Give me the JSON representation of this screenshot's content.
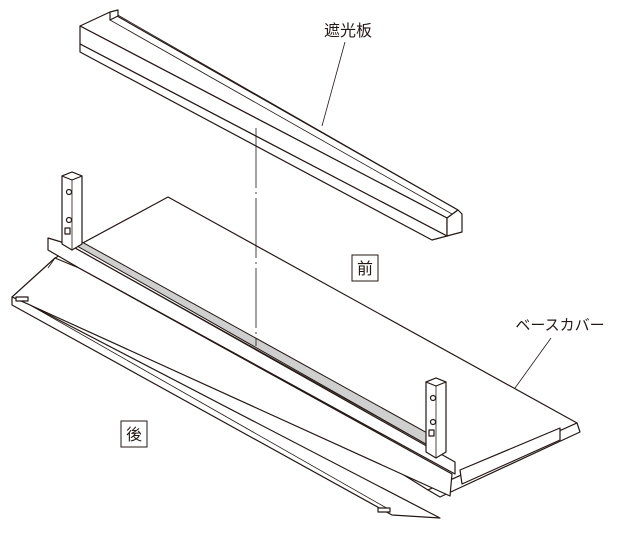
{
  "labels": {
    "light_shield": "遮光板",
    "front": "前",
    "base_cover": "ベースカバー",
    "back": "後"
  },
  "colors": {
    "line": "#231815",
    "gasket": "#cfcfcf",
    "background": "#ffffff"
  }
}
